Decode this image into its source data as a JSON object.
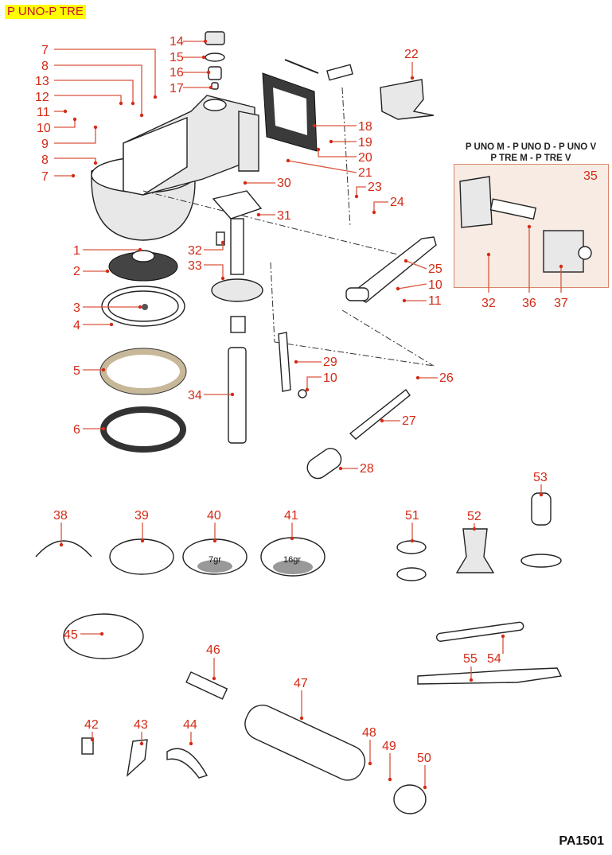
{
  "header": {
    "title": "P UNO-P TRE"
  },
  "footer": {
    "code": "PA1501"
  },
  "inset": {
    "variant_line1": "P UNO M - P UNO D - P UNO V",
    "variant_line2": "P TRE M - P TRE V",
    "group_number": "35"
  },
  "colors": {
    "label": "#d42a16",
    "title_bg": "#ffff00",
    "inset_bg": "#f7ebe3",
    "inset_border": "#d9876a"
  },
  "callouts": [
    {
      "id": "c7a",
      "n": "7"
    },
    {
      "id": "c8a",
      "n": "8"
    },
    {
      "id": "c13",
      "n": "13"
    },
    {
      "id": "c12",
      "n": "12"
    },
    {
      "id": "c11a",
      "n": "11"
    },
    {
      "id": "c10a",
      "n": "10"
    },
    {
      "id": "c9",
      "n": "9"
    },
    {
      "id": "c8b",
      "n": "8"
    },
    {
      "id": "c7b",
      "n": "7"
    },
    {
      "id": "c14",
      "n": "14"
    },
    {
      "id": "c15",
      "n": "15"
    },
    {
      "id": "c16",
      "n": "16"
    },
    {
      "id": "c17",
      "n": "17"
    },
    {
      "id": "c18",
      "n": "18"
    },
    {
      "id": "c19",
      "n": "19"
    },
    {
      "id": "c20",
      "n": "20"
    },
    {
      "id": "c21",
      "n": "21"
    },
    {
      "id": "c22",
      "n": "22"
    },
    {
      "id": "c23",
      "n": "23"
    },
    {
      "id": "c24",
      "n": "24"
    },
    {
      "id": "c25",
      "n": "25"
    },
    {
      "id": "c10b",
      "n": "10"
    },
    {
      "id": "c11b",
      "n": "11"
    },
    {
      "id": "c26",
      "n": "26"
    },
    {
      "id": "c27",
      "n": "27"
    },
    {
      "id": "c28",
      "n": "28"
    },
    {
      "id": "c29",
      "n": "29"
    },
    {
      "id": "c10c",
      "n": "10"
    },
    {
      "id": "c30",
      "n": "30"
    },
    {
      "id": "c31",
      "n": "31"
    },
    {
      "id": "c32a",
      "n": "32"
    },
    {
      "id": "c33",
      "n": "33"
    },
    {
      "id": "c34",
      "n": "34"
    },
    {
      "id": "c1",
      "n": "1"
    },
    {
      "id": "c2",
      "n": "2"
    },
    {
      "id": "c3",
      "n": "3"
    },
    {
      "id": "c4",
      "n": "4"
    },
    {
      "id": "c5",
      "n": "5"
    },
    {
      "id": "c6",
      "n": "6"
    },
    {
      "id": "c32b",
      "n": "32"
    },
    {
      "id": "c36",
      "n": "36"
    },
    {
      "id": "c37",
      "n": "37"
    },
    {
      "id": "c38",
      "n": "38"
    },
    {
      "id": "c39",
      "n": "39"
    },
    {
      "id": "c40",
      "n": "40"
    },
    {
      "id": "c41",
      "n": "41"
    },
    {
      "id": "c51",
      "n": "51"
    },
    {
      "id": "c52",
      "n": "52"
    },
    {
      "id": "c53",
      "n": "53"
    },
    {
      "id": "c45",
      "n": "45"
    },
    {
      "id": "c46",
      "n": "46"
    },
    {
      "id": "c47",
      "n": "47"
    },
    {
      "id": "c54",
      "n": "54"
    },
    {
      "id": "c55",
      "n": "55"
    },
    {
      "id": "c42",
      "n": "42"
    },
    {
      "id": "c43",
      "n": "43"
    },
    {
      "id": "c44",
      "n": "44"
    },
    {
      "id": "c48",
      "n": "48"
    },
    {
      "id": "c49",
      "n": "49"
    },
    {
      "id": "c50",
      "n": "50"
    }
  ],
  "basket_marks": {
    "filter_7": "7gr",
    "filter_16": "16gr"
  }
}
